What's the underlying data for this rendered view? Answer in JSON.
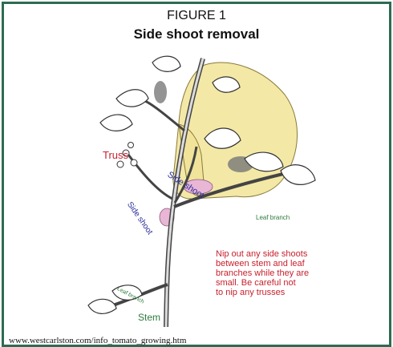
{
  "figure": {
    "label": "FIGURE 1",
    "title": "Side shoot removal"
  },
  "annotations": {
    "truss": "Truss",
    "side_shoot_upper": "Side shoot",
    "side_shoot_lower": "Side shoot",
    "leaf_branch_right": "Leaf branch",
    "leaf_branch_lower": "Leaf branch",
    "stem": "Stem",
    "advice": "Nip out any  side shoots\nbetween stem and leaf\nbranches while they are\nsmall. Be careful not\nto nip any trusses"
  },
  "source_url": "www.westcarlston.com/info_tomato_growing.htm",
  "colors": {
    "frame": "#2e6b53",
    "hand": "#f3e8a6",
    "label_red": "#c8202c",
    "label_blue": "#2a2f9a",
    "label_green": "#2f7a3b",
    "highlight_pink": "#e9b6d6"
  }
}
